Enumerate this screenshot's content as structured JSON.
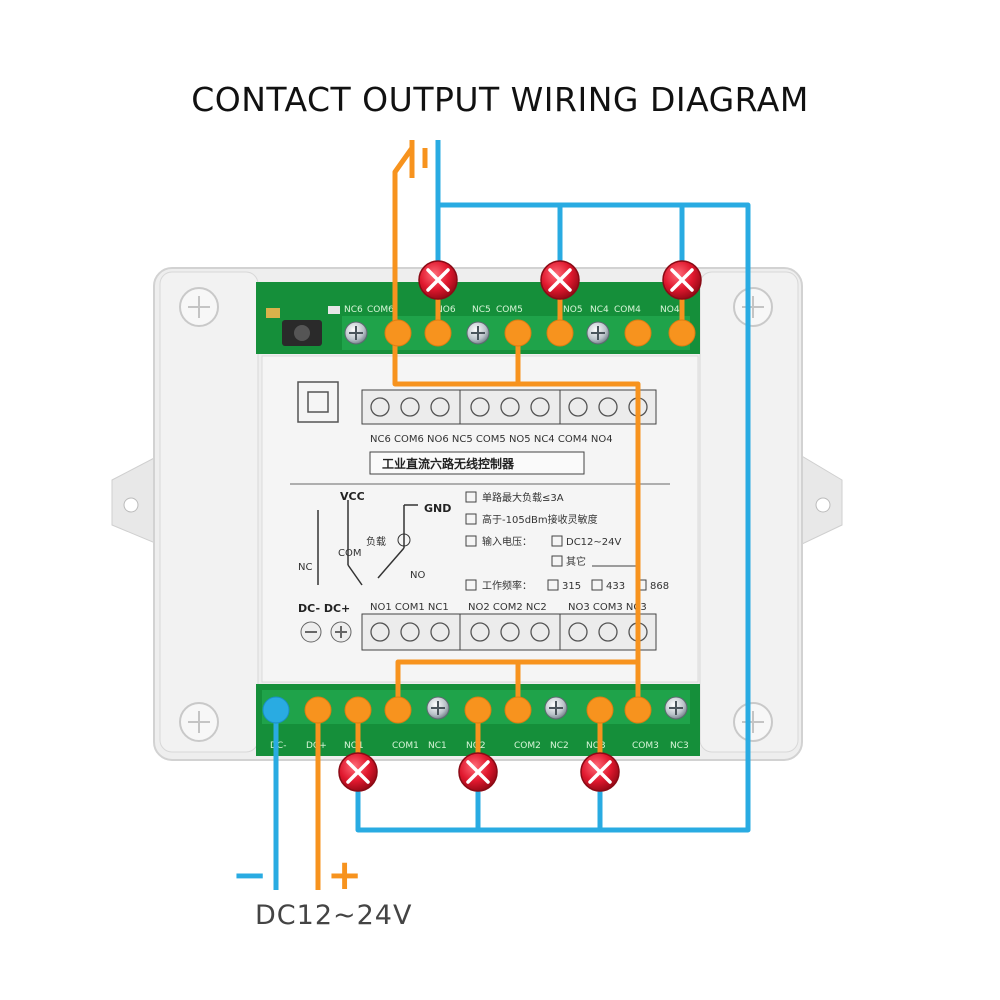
{
  "title": "CONTACT OUTPUT WIRING DIAGRAM",
  "supply": {
    "label": "DC12~24V",
    "minus": "−",
    "plus": "+"
  },
  "colors": {
    "positive_wire": "#f7931e",
    "negative_wire": "#29abe2",
    "board": "#158f3a",
    "case": "#eeeeee",
    "lamp": "#e0182e"
  },
  "top_pcb_labels": [
    "NC6",
    "COM6",
    "NO6",
    "NC5",
    "COM5",
    "NO5",
    "NC4",
    "COM4",
    "NO4"
  ],
  "bottom_pcb_labels": [
    "DC-",
    "DC+",
    "NO1",
    "COM1",
    "NC1",
    "NO2",
    "COM2",
    "NC2",
    "NO3",
    "COM3",
    "NC3"
  ],
  "panel": {
    "upper_terminal_labels": "NC6 COM6 NO6 NC5 COM5 NO5 NC4 COM4 NO4",
    "product_name": "工业直流六路无线控制器",
    "schematic": {
      "vcc": "VCC",
      "gnd": "GND",
      "nc": "NC",
      "com": "COM",
      "no": "NO",
      "load": "负载"
    },
    "specs": [
      "单路最大负载≤3A",
      "高于-105dBm接收灵敏度",
      "输入电压：",
      "DC12~24V",
      "其它",
      "工作频率：",
      "315",
      "433",
      "868"
    ],
    "power_labels": "DC- DC+",
    "lower_terminal_labels": [
      "NO1 COM1 NC1",
      "NO2 COM2 NC2",
      "NO3 COM3 NC3"
    ]
  }
}
